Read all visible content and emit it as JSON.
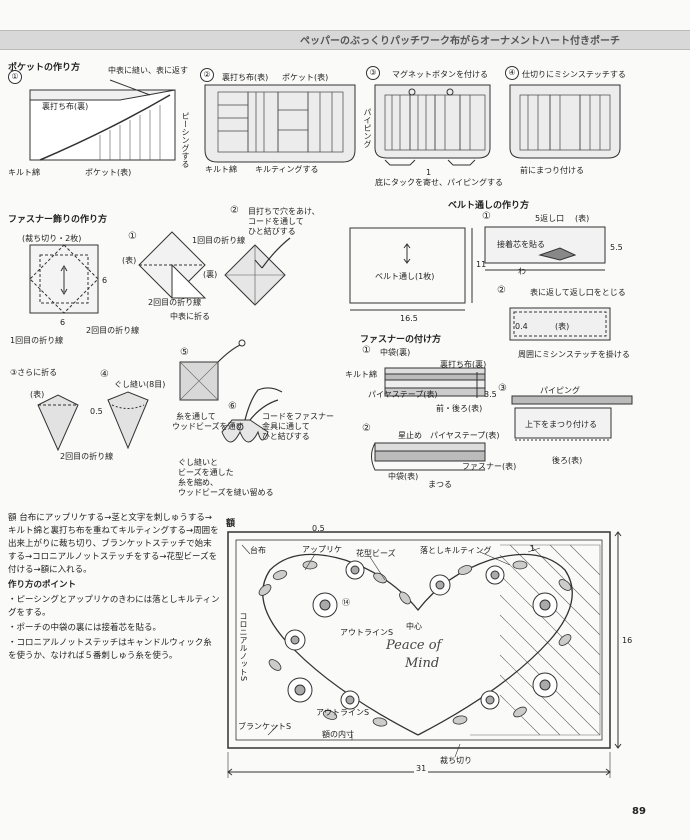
{
  "header": {
    "series_title": "ペッパーのぶっくりパッチワーク布がらオーナメントハート付きポーチ"
  },
  "pocket": {
    "heading": "ポケットの作り方",
    "steps": [
      "①",
      "②",
      "③",
      "④"
    ],
    "s1": {
      "a": "中表に縫い、表に返す",
      "b": "裏打ち布(裏)",
      "c": "ピーシングする",
      "d": "キルト綿",
      "e": "ポケット(表)"
    },
    "s2": {
      "a": "裏打ち布(表)",
      "b": "ポケット(表)",
      "c": "キルト綿",
      "d": "キルティングする"
    },
    "s3": {
      "a": "マグネットボタンを付ける",
      "b": "パイピング",
      "c": "底にタックを寄せ、パイピングする",
      "d": "1"
    },
    "s4": {
      "a": "仕切りにミシンステッチする",
      "b": "前にまつり付ける"
    }
  },
  "zipper": {
    "heading": "ファスナー飾りの作り方",
    "s0": {
      "a": "(裁ち切り・2枚)",
      "b": "6",
      "c": "6",
      "d": "2回目の折り線",
      "e": "1回目の折り線"
    },
    "s1": {
      "a": "①",
      "b": "(表)",
      "c": "1回目の折り線",
      "d": "2回目の折り線",
      "e": "(裏)",
      "f": "中表に折る"
    },
    "s2": {
      "a": "②",
      "b": "目打ちで穴をあけ、",
      "c": "コードを通して",
      "d": "ひと結びする"
    },
    "s3": {
      "a": "③さらに折る",
      "b": "(表)",
      "c": "2回目の折り線"
    },
    "s4": {
      "a": "④",
      "b": "ぐし縫い(8目)",
      "c": "0.5"
    },
    "s5": {
      "a": "⑤",
      "b": "糸を通して",
      "c": "ウッドビーズを通す"
    },
    "s6": {
      "a": "⑥",
      "b": "コードをファスナー",
      "c": "金具に通して",
      "d": "ひと結びする",
      "e": "ぐし縫いと",
      "f": "ビーズを通した",
      "g": "糸を縮め、",
      "h": "ウッドビーズを縫い留める"
    }
  },
  "belt": {
    "heading": "ベルト通しの作り方",
    "s0": {
      "a": "ベルト通し(1枚)",
      "b": "11",
      "c": "16.5"
    },
    "s1": {
      "a": "①",
      "b": "5返し口",
      "c": "(表)",
      "d": "接着芯を貼る",
      "e": "5.5",
      "f": "わ"
    },
    "s2": {
      "a": "②",
      "b": "表に返して返し口をとじる",
      "c": "0.4",
      "d": "(表)",
      "e": "周囲にミシンステッチを掛ける"
    }
  },
  "zipattach": {
    "heading": "ファスナーの付け方",
    "s1": {
      "a": "①",
      "b": "中袋(裏)",
      "c": "裏打ち布(裏)",
      "d": "キルト綿",
      "e": "パイヤステープ(表)",
      "f": "3.5",
      "g": "前・後ろ(表)"
    },
    "s2": {
      "a": "②",
      "b": "星止め",
      "c": "パイヤステープ(表)",
      "d": "ファスナー(表)",
      "e": "中袋(表)",
      "f": "まつる"
    },
    "s3": {
      "a": "③",
      "b": "パイピング",
      "c": "上下をまつり付ける",
      "d": "後ろ(表)"
    }
  },
  "description": {
    "label": "額",
    "text": "台布にアップリケする→茎と文字を刺しゅうする→キルト綿と裏打ち布を重ねてキルティングする→周囲を出来上がりに裁ち切り、ブランケットステッチで始末する→コロニアルノットステッチをする→花型ビーズを付ける→額に入れる。",
    "points_title": "作り方のポイント",
    "points": [
      "・ピーシングとアップリケのきわには落としキルティングをする。",
      "・ポーチの中袋の裏には接着芯を貼る。",
      "・コロニアルノットステッチはキャンドルウィック糸を使うか、なければ５番刺しゅう糸を使う。"
    ]
  },
  "frame": {
    "heading": "額",
    "labels": {
      "margin": "0.5",
      "base": "台布",
      "applique": "アップリケ",
      "beads": "花型ビーズ",
      "quilt": "落としキルティング",
      "one": "1",
      "n14": "⑭",
      "center": "中心",
      "outline1": "アウトラインS",
      "colonial": "コロニアルノットS",
      "outline2": "アウトラインS",
      "blanket": "ブランケットS",
      "inner": "額の内寸",
      "cut": "裁ち切り",
      "height": "16",
      "width": "31"
    },
    "embroidery": [
      "Peace of",
      "Mind"
    ]
  },
  "page": {
    "number": "89"
  }
}
